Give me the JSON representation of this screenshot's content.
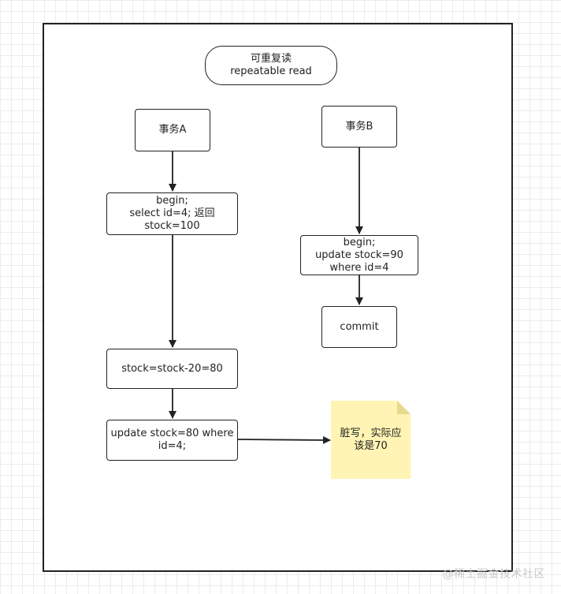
{
  "diagram": {
    "title": {
      "line1": "可重复读",
      "line2": "repeatable read"
    },
    "transaction_a": {
      "label": "事务A",
      "step_begin": "begin;\nselect id=4; 返回\nstock=100",
      "step_compute": "stock=stock-20=80",
      "step_update": "update stock=80 where\nid=4;"
    },
    "transaction_b": {
      "label": "事务B",
      "step_update": "begin;\nupdate stock=90\nwhere id=4",
      "step_commit": "commit"
    },
    "note": {
      "text": "脏写，实际应\n该是70",
      "color": "#fff4b3"
    }
  },
  "watermark": "@稀土掘金技术社区"
}
